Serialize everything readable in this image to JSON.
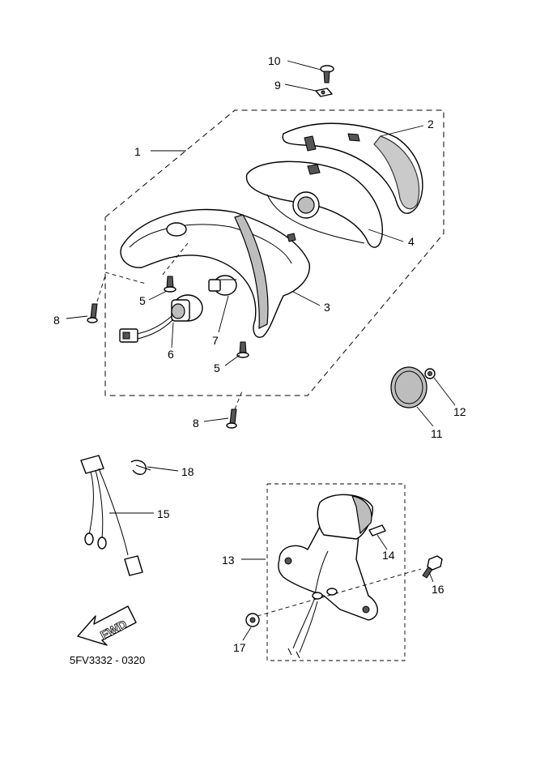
{
  "diagram": {
    "code": "5FV3332 - 0320",
    "fwd_label": "FWD",
    "callouts": [
      "1",
      "2",
      "3",
      "4",
      "5",
      "5",
      "6",
      "7",
      "8",
      "8",
      "9",
      "10",
      "11",
      "12",
      "13",
      "14",
      "15",
      "16",
      "17",
      "18"
    ]
  }
}
